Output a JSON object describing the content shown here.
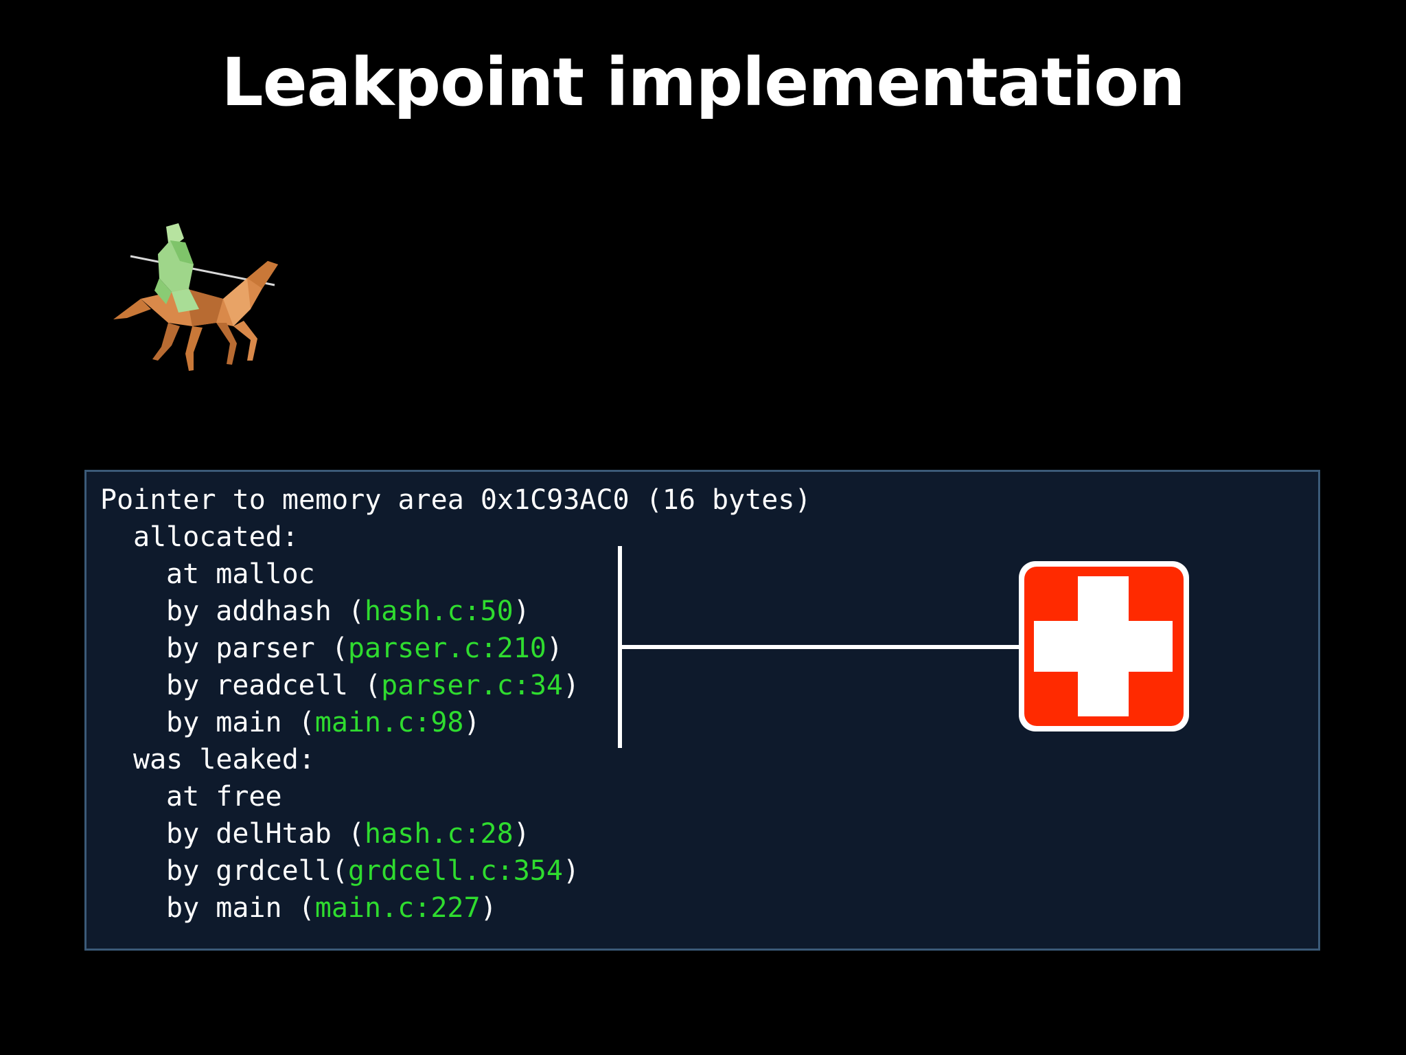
{
  "slide": {
    "title": "Leakpoint implementation"
  },
  "illustration": {
    "icon": "origami-knight-on-horse-icon"
  },
  "trace": {
    "lines": [
      {
        "indent": 0,
        "pre": "Pointer to memory area 0x1C93AC0 (16 bytes)",
        "loc": "",
        "post": ""
      },
      {
        "indent": 1,
        "pre": "allocated:",
        "loc": "",
        "post": ""
      },
      {
        "indent": 2,
        "pre": "at malloc",
        "loc": "",
        "post": ""
      },
      {
        "indent": 2,
        "pre": "by addhash (",
        "loc": "hash.c:50",
        "post": ")"
      },
      {
        "indent": 2,
        "pre": "by parser (",
        "loc": "parser.c:210",
        "post": ")"
      },
      {
        "indent": 2,
        "pre": "by readcell (",
        "loc": "parser.c:34",
        "post": ")"
      },
      {
        "indent": 2,
        "pre": "by main (",
        "loc": "main.c:98",
        "post": ")"
      },
      {
        "indent": 1,
        "pre": "was leaked:",
        "loc": "",
        "post": ""
      },
      {
        "indent": 2,
        "pre": "at free",
        "loc": "",
        "post": ""
      },
      {
        "indent": 2,
        "pre": "by delHtab (",
        "loc": "hash.c:28",
        "post": ")"
      },
      {
        "indent": 2,
        "pre": "by grdcell(",
        "loc": "grdcell.c:354",
        "post": ")"
      },
      {
        "indent": 2,
        "pre": "by main (",
        "loc": "main.c:227",
        "post": ")"
      }
    ]
  },
  "marker": {
    "icon": "first-aid-cross-icon"
  },
  "colors": {
    "background": "#000000",
    "panel": "#0e1a2c",
    "panel_border": "#3b5a78",
    "code_text": "#ffffff",
    "file_location": "#2fdc2f",
    "cross_red": "#ff2a00",
    "cross_white": "#ffffff"
  }
}
